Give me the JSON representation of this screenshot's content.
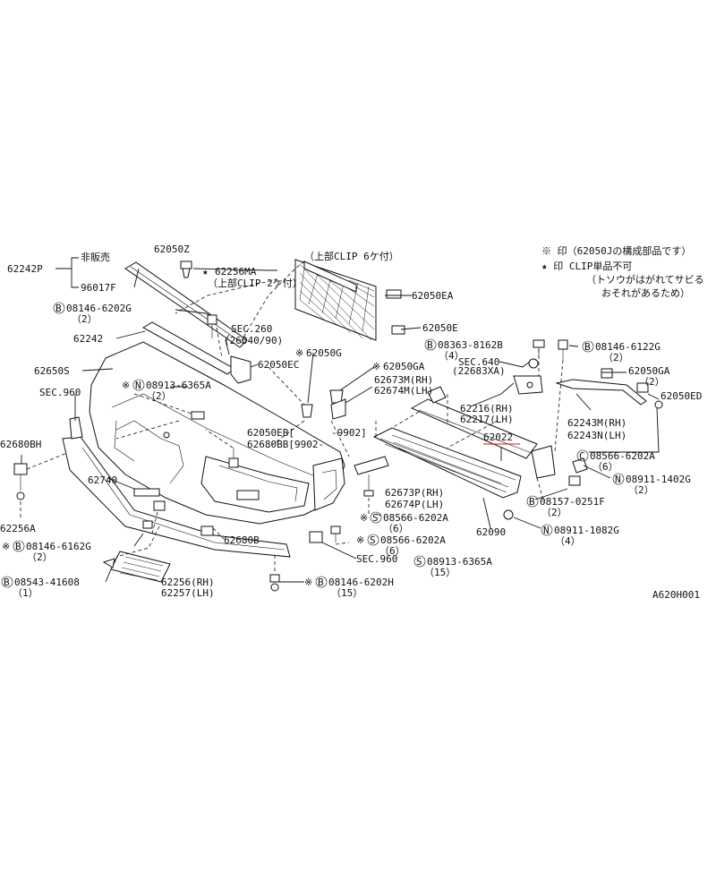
{
  "diagram_id": "A620H001",
  "notes": {
    "line1": "※ 印（62050Jの構成部品です）",
    "line2": "★ 印  CLIP単品不可",
    "line3": "（トソウがはがれてサビる",
    "line4": "おそれがあるため）"
  },
  "labels": {
    "l62242P": "62242P",
    "hihanbai": "非販売",
    "l96017F": "96017F",
    "l62256MA": "62256MA",
    "clip2": "（上部CLIP 2ケ付）",
    "clip6": "（上部CLIP 6ケ付）",
    "l62050EA": "62050EA",
    "l08146_6202G": "08146-6202G",
    "q2a": "（2）",
    "l62242": "62242",
    "sec260": "SEC.260",
    "sec260b": "(26040/90)",
    "l62050E": "62050E",
    "l08363": "08363-8162B",
    "q4a": "（4）",
    "l08146_6122G": "08146-6122G",
    "q2b": "（2）",
    "l62650S": "62650S",
    "l62050EC": "62050EC",
    "l62050G": "62050G",
    "l62050GA": "62050GA",
    "sec640": "SEC.640",
    "sec640b": "(22683XA)",
    "l62050GA2": "62050GA",
    "l08913_6365A": "08913-6365A",
    "q2c": "（2）",
    "sec960": "SEC.960",
    "l62673M": "62673M(RH)",
    "l62674M": "62674M(LH)",
    "l62050ED": "62050ED",
    "l62216": "62216(RH)",
    "l62217": "62217(LH)",
    "l62243M": "62243M(RH)",
    "l62243N": "62243N(LH)",
    "l62022": "62022",
    "l62680BH": "62680BH",
    "l62050EB": "62050EB[",
    "l9902a": "-9902]",
    "l62680BB": "62680BB[9902-",
    "l08566_6202A": "08566-6202A",
    "q6a": "（6）",
    "l08911_1402G": "08911-1402G",
    "q2d": "（2）",
    "l62740": "62740",
    "l62673P": "62673P(RH)",
    "l62674P": "62674P(LH)",
    "l08157": "08157-0251F",
    "q2e": "（2）",
    "l62256A": "62256A",
    "l08566b": "08566-6202A",
    "q6b": "（6）",
    "l62090": "62090",
    "l08911_1082G": "08911-1082G",
    "q4b": "（4）",
    "l08146_6162G": "08146-6162G",
    "q2f": "（2）",
    "l62680B": "62680B",
    "l08566c": "08566-6202A",
    "q6c": "（6）",
    "sec960b": "SEC.960",
    "l08913b": "08913-6365A",
    "q15a": "（15）",
    "l08543": "08543-41608",
    "q1": "（1）",
    "l62256": "62256(RH)",
    "l62257": "62257(LH)",
    "l08146_6202H": "08146-6202H",
    "q15b": "（15）",
    "partial_top": "62050Z"
  },
  "symbols": {
    "B": "B",
    "N": "N",
    "S": "S",
    "C": "C",
    "star": "★",
    "kome": "※"
  },
  "colors": {
    "ink": "#111111",
    "highlight": "#e01010",
    "background": "#ffffff"
  }
}
